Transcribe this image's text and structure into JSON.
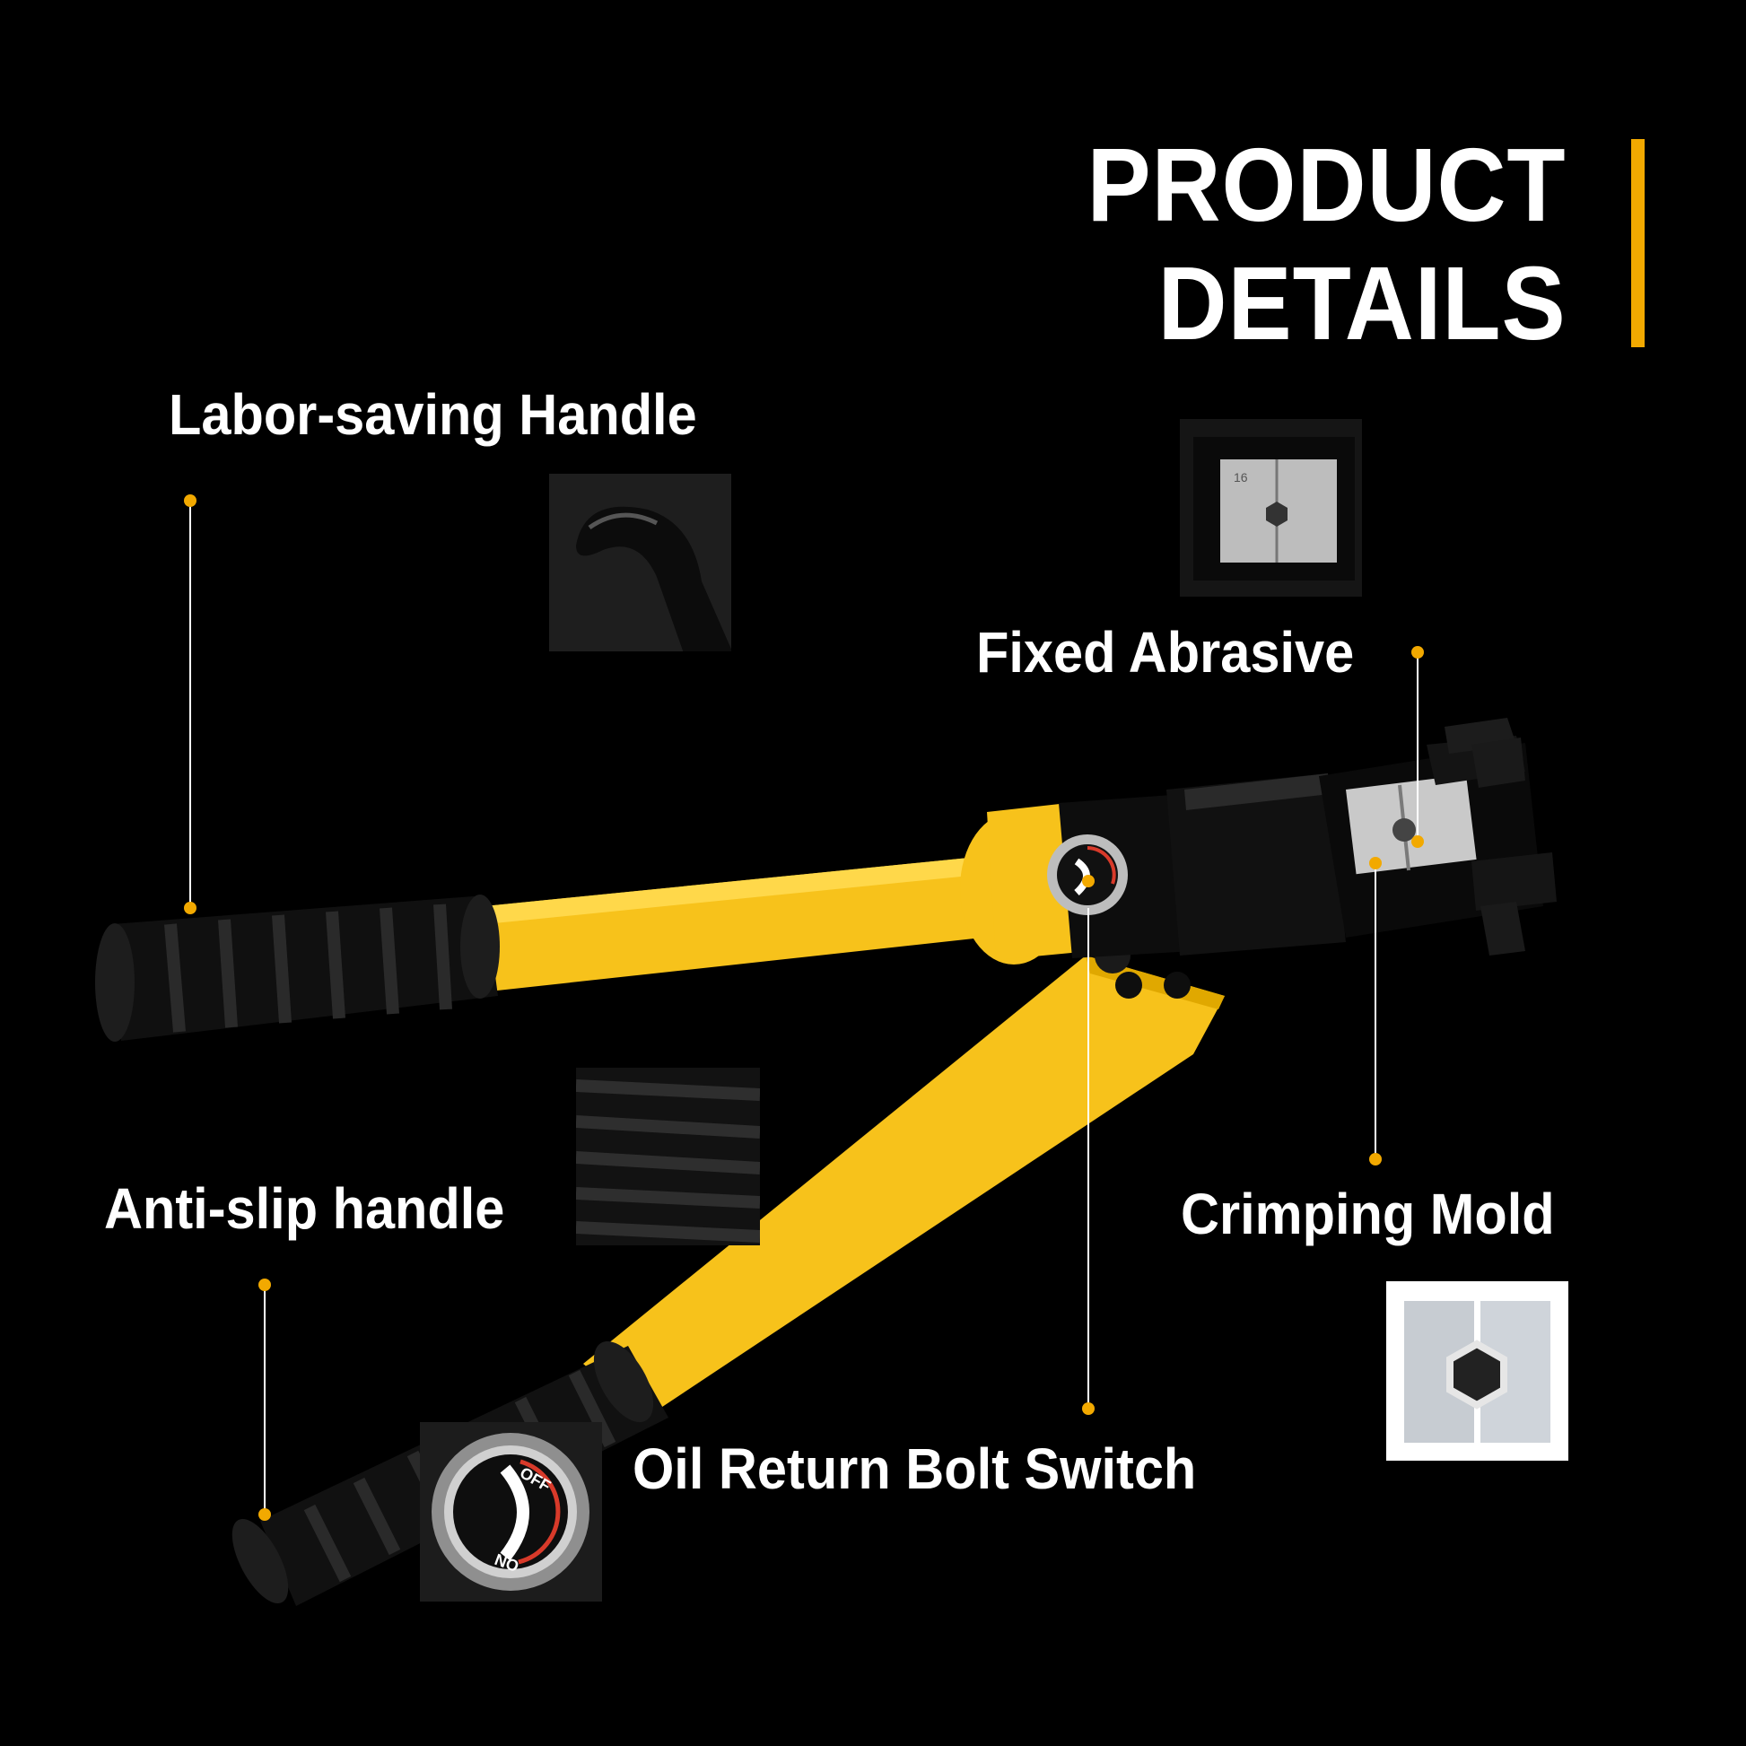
{
  "title": {
    "line1": "PRODUCT",
    "line2": "DETAILS"
  },
  "features": {
    "labor_saving_handle": "Labor-saving Handle",
    "fixed_abrasive": "Fixed Abrasive",
    "anti_slip_handle": "Anti-slip handle",
    "crimping_mold": "Crimping Mold",
    "oil_return_bolt_switch": "Oil Return Bolt Switch"
  },
  "switch_markings": {
    "off": "OFF",
    "on": "NO"
  },
  "die_marking": "16",
  "colors": {
    "background": "#000000",
    "accent": "#f2a900",
    "tool_yellow": "#f7c21b",
    "tool_black": "#0b0b0b",
    "text": "#ffffff"
  },
  "icons": [
    "handle-closeup-image",
    "die-head-closeup-image",
    "grip-closeup-image",
    "crimping-die-image",
    "oil-switch-closeup-image",
    "hydraulic-crimper-image"
  ]
}
